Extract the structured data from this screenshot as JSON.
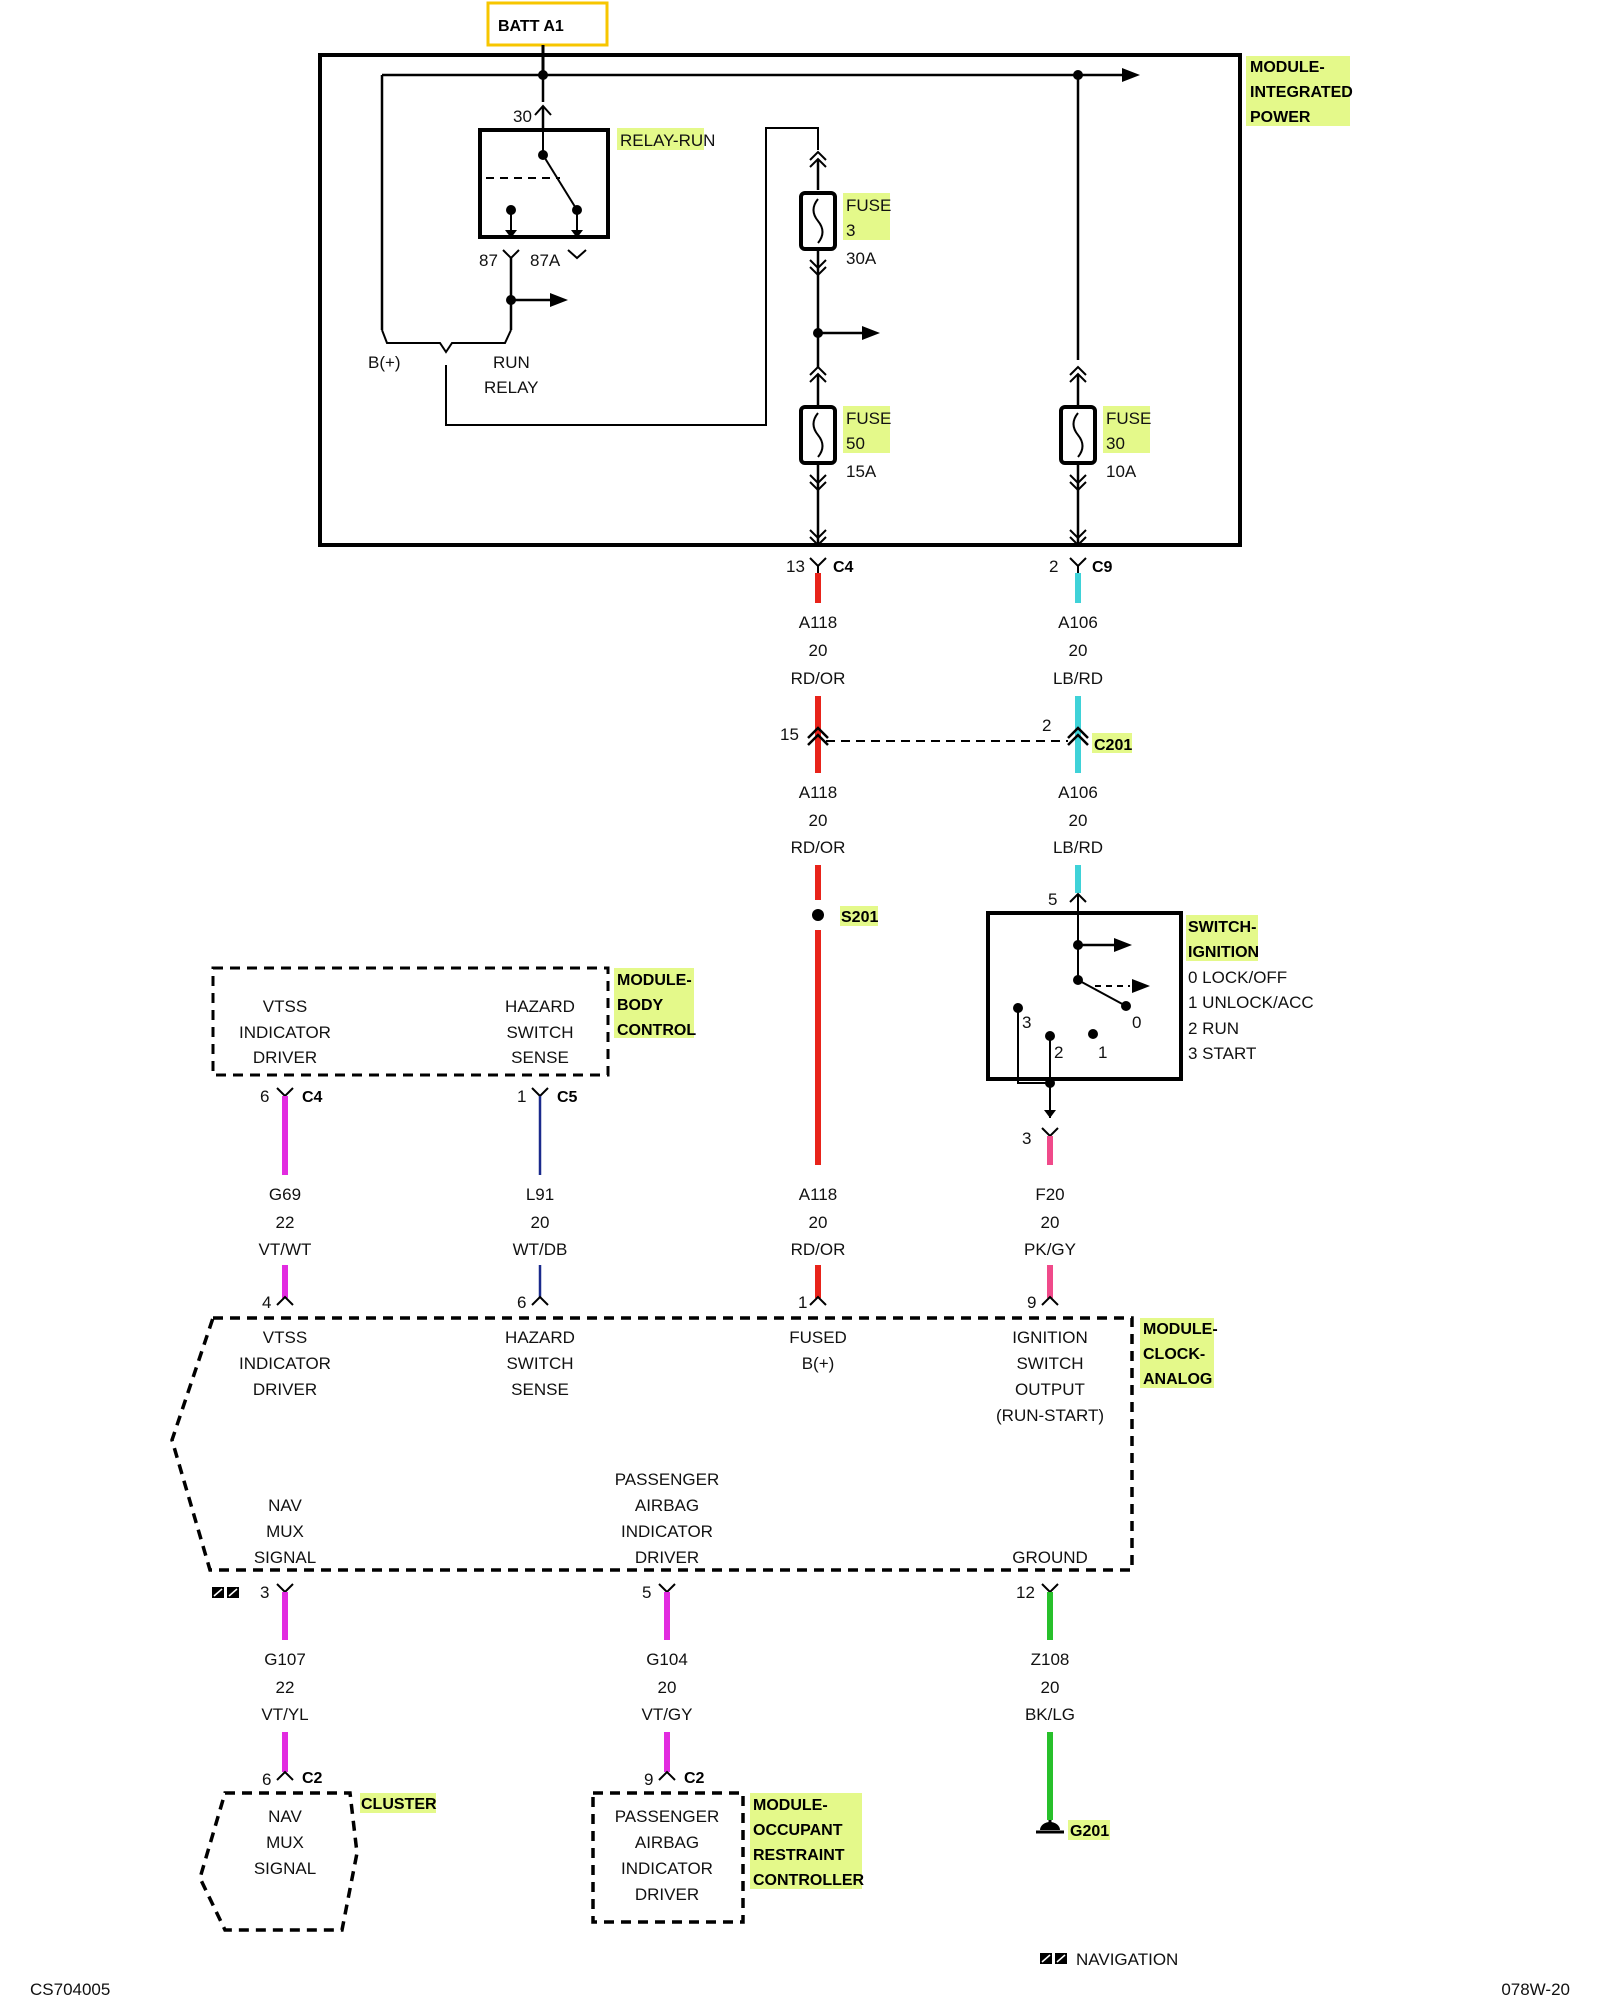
{
  "batt": "BATT A1",
  "modules": {
    "ipm": [
      "MODULE-",
      "INTEGRATED",
      "POWER"
    ],
    "bcm": [
      "MODULE-",
      "BODY",
      "CONTROL"
    ],
    "ign": [
      "SWITCH-",
      "IGNITION"
    ],
    "clock": [
      "MODULE-",
      "CLOCK-",
      "ANALOG"
    ],
    "cluster": "CLUSTER",
    "orc": [
      "MODULE-",
      "OCCUPANT",
      "RESTRAINT",
      "CONTROLLER"
    ]
  },
  "relay": {
    "name": "RELAY-RUN",
    "pin30": "30",
    "pin87": "87",
    "pin87a": "87A"
  },
  "b_plus": "B(+)",
  "run_relay": [
    "RUN",
    "RELAY"
  ],
  "fuses": [
    {
      "label": "FUSE",
      "num": "3",
      "amp": "30A"
    },
    {
      "label": "FUSE",
      "num": "50",
      "amp": "15A"
    },
    {
      "label": "FUSE",
      "num": "30",
      "amp": "10A"
    }
  ],
  "ign_positions": [
    "0 LOCK/OFF",
    "1 UNLOCK/ACC",
    "2 RUN",
    "3 START"
  ],
  "ign_contacts": [
    "3",
    "2",
    "1",
    "0"
  ],
  "bcm_pins": [
    [
      "VTSS",
      "INDICATOR",
      "DRIVER"
    ],
    [
      "HAZARD",
      "SWITCH",
      "SENSE"
    ]
  ],
  "clock_top_pins": [
    [
      "VTSS",
      "INDICATOR",
      "DRIVER"
    ],
    [
      "HAZARD",
      "SWITCH",
      "SENSE"
    ],
    [
      "FUSED",
      "B(+)"
    ],
    [
      "IGNITION",
      "SWITCH",
      "OUTPUT",
      "(RUN-START)"
    ]
  ],
  "clock_bottom_pins": [
    [
      "NAV",
      "MUX",
      "SIGNAL"
    ],
    [
      "PASSENGER",
      "AIRBAG",
      "INDICATOR",
      "DRIVER"
    ],
    [
      "GROUND"
    ]
  ],
  "cluster_pin": [
    "NAV",
    "MUX",
    "SIGNAL"
  ],
  "orc_pin": [
    "PASSENGER",
    "AIRBAG",
    "INDICATOR",
    "DRIVER"
  ],
  "connectors": [
    {
      "pin": "13",
      "name": "C4"
    },
    {
      "pin": "2",
      "name": "C9"
    },
    {
      "pin": "15",
      "name": ""
    },
    {
      "pin": "2",
      "name": "C201"
    },
    {
      "pin": "5",
      "name": ""
    },
    {
      "pin": "3",
      "name": ""
    },
    {
      "pin": "6",
      "name": "C4"
    },
    {
      "pin": "1",
      "name": "C5"
    },
    {
      "pin": "4",
      "name": ""
    },
    {
      "pin": "6",
      "name": ""
    },
    {
      "pin": "1",
      "name": ""
    },
    {
      "pin": "9",
      "name": ""
    },
    {
      "pin": "3",
      "name": ""
    },
    {
      "pin": "5",
      "name": ""
    },
    {
      "pin": "12",
      "name": ""
    },
    {
      "pin": "6",
      "name": "C2"
    },
    {
      "pin": "9",
      "name": "C2"
    }
  ],
  "splice": "S201",
  "ground": "G201",
  "wires": [
    {
      "circuit": "A118",
      "gauge": "20",
      "color": "RD/OR"
    },
    {
      "circuit": "A106",
      "gauge": "20",
      "color": "LB/RD"
    },
    {
      "circuit": "A118",
      "gauge": "20",
      "color": "RD/OR"
    },
    {
      "circuit": "A106",
      "gauge": "20",
      "color": "LB/RD"
    },
    {
      "circuit": "G69",
      "gauge": "22",
      "color": "VT/WT"
    },
    {
      "circuit": "L91",
      "gauge": "20",
      "color": "WT/DB"
    },
    {
      "circuit": "A118",
      "gauge": "20",
      "color": "RD/OR"
    },
    {
      "circuit": "F20",
      "gauge": "20",
      "color": "PK/GY"
    },
    {
      "circuit": "G107",
      "gauge": "22",
      "color": "VT/YL"
    },
    {
      "circuit": "G104",
      "gauge": "20",
      "color": "VT/GY"
    },
    {
      "circuit": "Z108",
      "gauge": "20",
      "color": "BK/LG"
    }
  ],
  "legend": "NAVIGATION",
  "footer_left": "CS704005",
  "footer_right": "078W-20",
  "colors": {
    "red": "#e8231a",
    "lightblue": "#3fd2d8",
    "violet": "#e22be0",
    "blue": "#1a2a8c",
    "pink": "#f04a8a",
    "green": "#27c02a",
    "yellow": "#f7c600",
    "yellow_green": "#e4f98a"
  }
}
